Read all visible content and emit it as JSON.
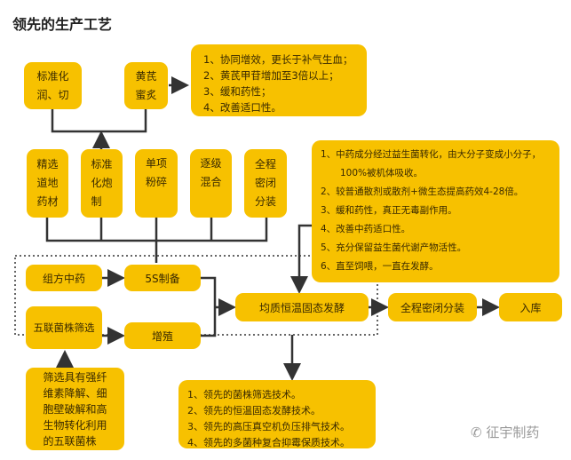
{
  "title": "领先的生产工艺",
  "top": {
    "box_cut": [
      "标准化",
      "润、切"
    ],
    "box_honey": [
      "黄芪",
      "蜜炙"
    ],
    "honey_benefits": [
      "1、协同增效，更长于补气生血；",
      "2、黄芪甲苷增加至3倍以上；",
      "3、缓和药性；",
      "4、改善适口性。"
    ]
  },
  "steps": [
    [
      "精选",
      "道地",
      "药材"
    ],
    [
      "标准",
      "化炮",
      "制"
    ],
    [
      "单项",
      "粉碎"
    ],
    [
      "逐级",
      "混合"
    ],
    [
      "全程",
      "密闭",
      "分装"
    ]
  ],
  "fermentation_benefits": [
    "1、中药成分经过益生菌转化，由大分子变成小分子，",
    "100%被机体吸收。",
    "2、较普通散剂或散剂+微生态提高药效4-28倍。",
    "3、缓和药性，真正无毒副作用。",
    "4、改善中药适口性。",
    "5、充分保留益生菌代谢产物活性。",
    "6、直至饲喂，一直在发酵。"
  ],
  "process": {
    "formula": "组方中药",
    "prep": "5S制备",
    "strain": "五联菌株筛选",
    "propagate": "增殖",
    "ferment": "均质恒温固态发酵",
    "pack": "全程密闭分装",
    "storage": "入库"
  },
  "strain_note": [
    "筛选具有强纤",
    "维素降解、细",
    "胞壁破解和高",
    "生物转化利用",
    "的五联菌株"
  ],
  "tech": [
    "1、领先的菌株筛选技术。",
    "2、领先的恒温固态发酵技术。",
    "3、领先的高压真空机负压排气技术。",
    "4、领先的多菌种复合抑霉保质技术。"
  ],
  "watermark": "征宇制药",
  "colors": {
    "box": "#f7c100",
    "line": "#333333"
  }
}
